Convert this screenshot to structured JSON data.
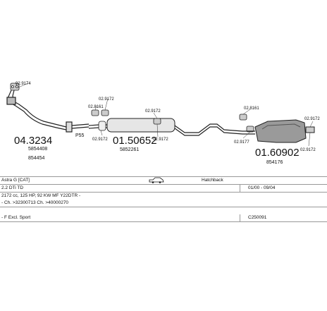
{
  "parts": {
    "p_02_9174": "02.9174",
    "p_04_3234": "04.3234",
    "p_5854408": "5854408",
    "p_854454": "854454",
    "p_p55": "P55",
    "p_02_9172_a": "02.9172",
    "p_02_8161_a": "02.8161",
    "p_02_9172_b": "02.9172",
    "p_01_50652": "01.50652",
    "p_5852261": "5852261",
    "p_02_9172_c": "02.9172",
    "p_02_9172_d": "02.9172",
    "p_02_8161_b": "02.8161",
    "p_02_9177": "02.9177",
    "p_01_60902": "01.60902",
    "p_854176": "854176",
    "p_02_9172_e": "02.9172",
    "p_02_9172_f": "02.9172"
  },
  "table": {
    "model": "Astra G  [CAT]",
    "body": "Hatchback",
    "engine": "2.2 DTi TD",
    "years": "01/00 - 09/04",
    "specs": "2172 cc, 125 HP, 92 KW MF Y22DTR -",
    "chassis": "- Ch. >32300713  Ch. >40000270",
    "notes": "-  F  Excl. Sport",
    "code": "C250091"
  },
  "icons": {
    "car": "car-hatchback-icon"
  }
}
